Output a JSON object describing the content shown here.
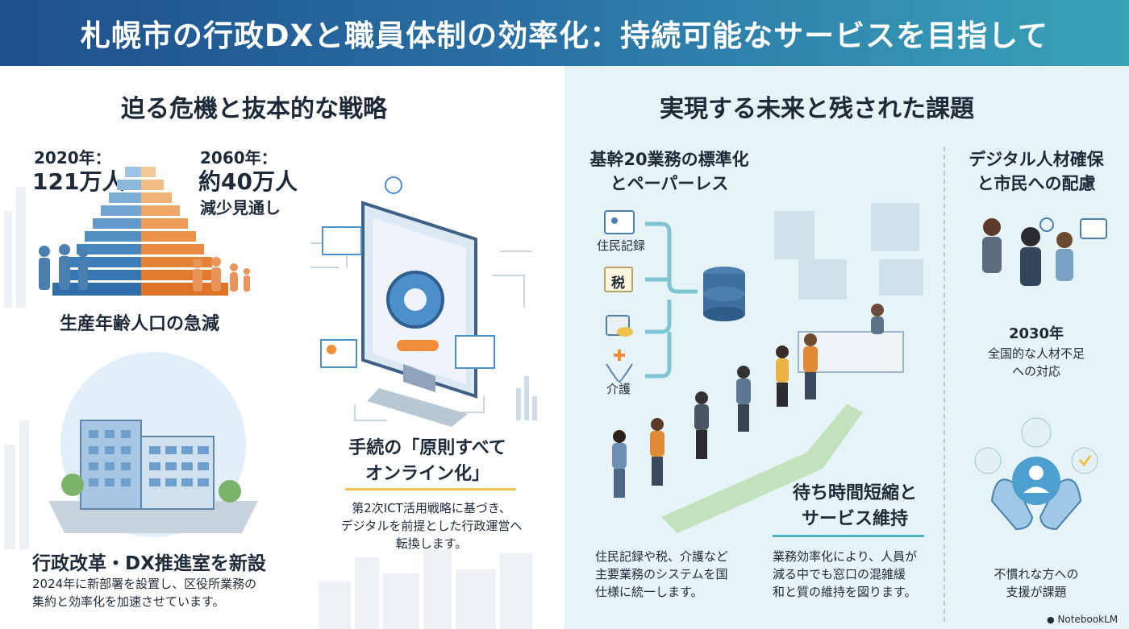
{
  "header": {
    "title": "札幌市の行政DXと職員体制の効率化：持続可能なサービスを目指して"
  },
  "left": {
    "title": "迫る危機と抜本的な戦略",
    "pop2020_year": "2020年：",
    "pop2020_value": "121万人",
    "pop2060_year": "2060年：",
    "pop2060_value": "約40万人",
    "pop2060_note": "減少見通し",
    "pyramid_caption": "生産年齢人口の急減",
    "office_title": "行政改革・DX推進室を新設",
    "office_desc_1": "2024年に新部署を設置し、区役所業務の",
    "office_desc_2": "集約と効率化を加速させています。",
    "online_title_1": "手続の「原則すべて",
    "online_title_2": "オンライン化」",
    "online_desc_1": "第2次ICT活用戦略に基づき、",
    "online_desc_2": "デジタルを前提とした行政運営へ",
    "online_desc_3": "転換します。"
  },
  "right": {
    "title": "実現する未来と残された課題",
    "std_title_1": "基幹20業務の標準化",
    "std_title_2": "とペーパーレス",
    "items": [
      "住民記録",
      "税",
      "介護"
    ],
    "std_desc_1": "住民記録や税、介護など",
    "std_desc_2": "主要業務のシステムを国",
    "std_desc_3": "仕様に統一します。",
    "wait_title_1": "待ち時間短縮と",
    "wait_title_2": "サービス維持",
    "wait_desc_1": "業務効率化により、人員が",
    "wait_desc_2": "減る中でも窓口の混雑緩",
    "wait_desc_3": "和と質の維持を図ります。",
    "talent_title_1": "デジタル人材確保",
    "talent_title_2": "と市民への配慮",
    "talent_year": "2030年",
    "talent_desc_1": "全国的な人材不足",
    "talent_desc_2": "への対応",
    "care_desc_1": "不慣れな方への",
    "care_desc_2": "支援が課題",
    "tax_glyph": "税"
  },
  "footer": {
    "brand": "NotebookLM"
  },
  "colors": {
    "header_start": "#1f4f8c",
    "header_end": "#3aa3b8",
    "accent_yellow": "#f0c14b",
    "accent_teal": "#4bb3c1",
    "pyramid_blue": "#3a7fc1",
    "pyramid_orange": "#e88a35"
  }
}
